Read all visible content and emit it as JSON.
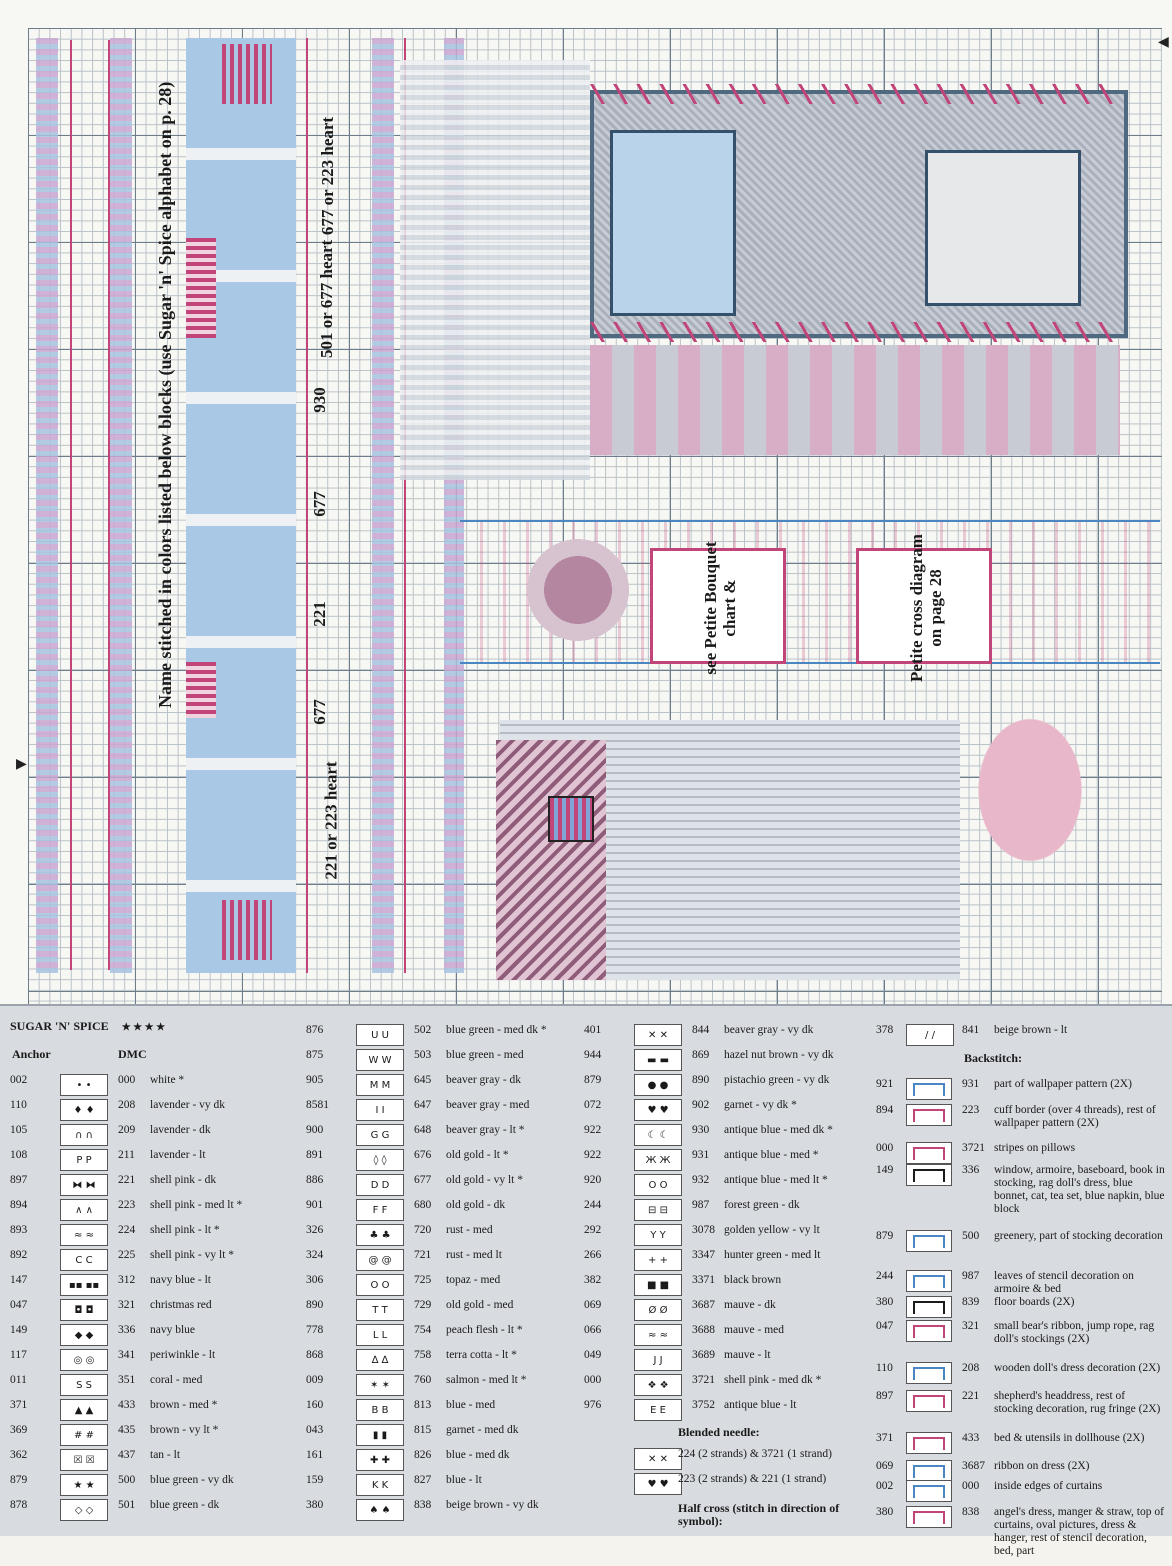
{
  "chart": {
    "vertical_note": "Name stitched in colors listed below blocks (use Sugar 'n' Spice alphabet on p. 28)",
    "block_labels": [
      "677 or 223 heart",
      "501 or 677 heart",
      "930",
      "677",
      "221",
      "677",
      "221 or 223 heart"
    ],
    "center_note_1": [
      "see",
      "Petite",
      "Bouquet",
      "chart",
      "&"
    ],
    "center_note_2": [
      "Petite",
      "cross",
      "diagram",
      "on page",
      "28"
    ],
    "colors": {
      "pink": "#c2457a",
      "blue": "#6aa0d0",
      "navy": "#35506a",
      "lavender": "#b88fbd",
      "gray": "#8d8f99"
    }
  },
  "key": {
    "title": "SUGAR 'N' SPICE",
    "stars": "★ ★ ★ ★",
    "anchor_header": "Anchor",
    "dmc_header": "DMC",
    "col1": [
      {
        "anchor": "002",
        "sym": "• •",
        "dmc": "000",
        "desc": "white *"
      },
      {
        "anchor": "110",
        "sym": "♦ ♦",
        "dmc": "208",
        "desc": "lavender - vy dk"
      },
      {
        "anchor": "105",
        "sym": "∩ ∩",
        "dmc": "209",
        "desc": "lavender - dk"
      },
      {
        "anchor": "108",
        "sym": "P P",
        "dmc": "211",
        "desc": "lavender - lt"
      },
      {
        "anchor": "897",
        "sym": "⧓ ⧓",
        "dmc": "221",
        "desc": "shell pink - dk"
      },
      {
        "anchor": "894",
        "sym": "∧ ∧",
        "dmc": "223",
        "desc": "shell pink - med lt *"
      },
      {
        "anchor": "893",
        "sym": "≈ ≈",
        "dmc": "224",
        "desc": "shell pink - lt *"
      },
      {
        "anchor": "892",
        "sym": "C C",
        "dmc": "225",
        "desc": "shell pink - vy lt *"
      },
      {
        "anchor": "147",
        "sym": "▪▪ ▪▪",
        "dmc": "312",
        "desc": "navy blue - lt"
      },
      {
        "anchor": "047",
        "sym": "◘ ◘",
        "dmc": "321",
        "desc": "christmas red"
      },
      {
        "anchor": "149",
        "sym": "◆ ◆",
        "dmc": "336",
        "desc": "navy blue"
      },
      {
        "anchor": "117",
        "sym": "◎ ◎",
        "dmc": "341",
        "desc": "periwinkle - lt"
      },
      {
        "anchor": "011",
        "sym": "S S",
        "dmc": "351",
        "desc": "coral - med"
      },
      {
        "anchor": "371",
        "sym": "▲ ▲",
        "dmc": "433",
        "desc": "brown - med *"
      },
      {
        "anchor": "369",
        "sym": "# #",
        "dmc": "435",
        "desc": "brown - vy lt *"
      },
      {
        "anchor": "362",
        "sym": "☒ ☒",
        "dmc": "437",
        "desc": "tan - lt"
      },
      {
        "anchor": "879",
        "sym": "★ ★",
        "dmc": "500",
        "desc": "blue green - vy dk"
      },
      {
        "anchor": "878",
        "sym": "◇ ◇",
        "dmc": "501",
        "desc": "blue green - dk"
      }
    ],
    "col2": [
      {
        "anchor": "876",
        "sym": "U U",
        "dmc": "502",
        "desc": "blue green - med dk *"
      },
      {
        "anchor": "875",
        "sym": "W W",
        "dmc": "503",
        "desc": "blue green - med"
      },
      {
        "anchor": "905",
        "sym": "M M",
        "dmc": "645",
        "desc": "beaver gray - dk"
      },
      {
        "anchor": "8581",
        "sym": "I I",
        "dmc": "647",
        "desc": "beaver gray - med"
      },
      {
        "anchor": "900",
        "sym": "G G",
        "dmc": "648",
        "desc": "beaver gray - lt *"
      },
      {
        "anchor": "891",
        "sym": "◊ ◊",
        "dmc": "676",
        "desc": "old gold - lt *"
      },
      {
        "anchor": "886",
        "sym": "D D",
        "dmc": "677",
        "desc": "old gold - vy lt *"
      },
      {
        "anchor": "901",
        "sym": "F F",
        "dmc": "680",
        "desc": "old gold - dk"
      },
      {
        "anchor": "326",
        "sym": "♣ ♣",
        "dmc": "720",
        "desc": "rust - med"
      },
      {
        "anchor": "324",
        "sym": "@ @",
        "dmc": "721",
        "desc": "rust - med lt"
      },
      {
        "anchor": "306",
        "sym": "O O",
        "dmc": "725",
        "desc": "topaz - med"
      },
      {
        "anchor": "890",
        "sym": "T T",
        "dmc": "729",
        "desc": "old gold - med"
      },
      {
        "anchor": "778",
        "sym": "L L",
        "dmc": "754",
        "desc": "peach flesh - lt *"
      },
      {
        "anchor": "868",
        "sym": "∆ ∆",
        "dmc": "758",
        "desc": "terra cotta - lt *"
      },
      {
        "anchor": "009",
        "sym": "✶ ✶",
        "dmc": "760",
        "desc": "salmon - med lt *"
      },
      {
        "anchor": "160",
        "sym": "B B",
        "dmc": "813",
        "desc": "blue - med"
      },
      {
        "anchor": "043",
        "sym": "▮ ▮",
        "dmc": "815",
        "desc": "garnet - med dk"
      },
      {
        "anchor": "161",
        "sym": "✚ ✚",
        "dmc": "826",
        "desc": "blue - med dk"
      },
      {
        "anchor": "159",
        "sym": "K K",
        "dmc": "827",
        "desc": "blue - lt"
      },
      {
        "anchor": "380",
        "sym": "♠ ♠",
        "dmc": "838",
        "desc": "beige brown - vy dk"
      }
    ],
    "col3": [
      {
        "anchor": "401",
        "sym": "✕ ✕",
        "dmc": "844",
        "desc": "beaver gray - vy dk"
      },
      {
        "anchor": "944",
        "sym": "▬ ▬",
        "dmc": "869",
        "desc": "hazel nut brown - vy dk"
      },
      {
        "anchor": "879",
        "sym": "● ●",
        "dmc": "890",
        "desc": "pistachio green - vy dk"
      },
      {
        "anchor": "072",
        "sym": "♥ ♥",
        "dmc": "902",
        "desc": "garnet - vy dk *"
      },
      {
        "anchor": "922",
        "sym": "☾ ☾",
        "dmc": "930",
        "desc": "antique blue - med dk *"
      },
      {
        "anchor": "922",
        "sym": "Ж Ж",
        "dmc": "931",
        "desc": "antique blue - med *"
      },
      {
        "anchor": "920",
        "sym": "O O",
        "dmc": "932",
        "desc": "antique blue - med lt *"
      },
      {
        "anchor": "244",
        "sym": "⊟ ⊟",
        "dmc": "987",
        "desc": "forest green - dk"
      },
      {
        "anchor": "292",
        "sym": "Y Y",
        "dmc": "3078",
        "desc": "golden yellow - vy lt"
      },
      {
        "anchor": "266",
        "sym": "+ +",
        "dmc": "3347",
        "desc": "hunter green - med lt"
      },
      {
        "anchor": "382",
        "sym": "■ ■",
        "dmc": "3371",
        "desc": "black brown"
      },
      {
        "anchor": "069",
        "sym": "Ø Ø",
        "dmc": "3687",
        "desc": "mauve - dk"
      },
      {
        "anchor": "066",
        "sym": "≈ ≈",
        "dmc": "3688",
        "desc": "mauve - med"
      },
      {
        "anchor": "049",
        "sym": "J J",
        "dmc": "3689",
        "desc": "mauve - lt"
      },
      {
        "anchor": "000",
        "sym": "❖ ❖",
        "dmc": "3721",
        "desc": "shell pink - med dk *"
      },
      {
        "anchor": "976",
        "sym": "E E",
        "dmc": "3752",
        "desc": "antique blue - lt"
      }
    ],
    "blended_header": "Blended needle:",
    "blended": [
      {
        "sym": "✕ ✕",
        "desc": "224 (2 strands) & 3721 (1 strand)"
      },
      {
        "sym": "♥ ♥",
        "desc": "223 (2 strands) & 221 (1 strand)"
      }
    ],
    "half_cross_header": "Half cross (stitch in direction of symbol):",
    "col4_top": {
      "anchor": "378",
      "sym": "/ /",
      "dmc": "841",
      "desc": "beige brown - lt"
    },
    "backstitch_header": "Backstitch:",
    "backstitch": [
      {
        "anchor": "921",
        "color": "#4a86c2",
        "dmc": "931",
        "desc": "part of wallpaper pattern (2X)"
      },
      {
        "anchor": "894",
        "color": "#c2457a",
        "dmc": "223",
        "desc": "cuff border (over 4 threads), rest of wallpaper pattern (2X)"
      },
      {
        "anchor": "000",
        "color": "#c2457a",
        "dmc": "3721",
        "desc": "stripes on pillows"
      },
      {
        "anchor": "149",
        "color": "#1b1b1b",
        "dmc": "336",
        "desc": "window, armoire, baseboard, book in stocking, rag doll's dress, blue bonnet, cat, tea set, blue napkin, blue block"
      },
      {
        "anchor": "879",
        "color": "#4a86c2",
        "dmc": "500",
        "desc": "greenery, part of stocking decoration"
      },
      {
        "anchor": "244",
        "color": "#4a86c2",
        "dmc": "987",
        "desc": "leaves of stencil decoration on armoire & bed"
      },
      {
        "anchor": "380",
        "color": "#1b1b1b",
        "dmc": "839",
        "desc": "floor boards (2X)"
      },
      {
        "anchor": "047",
        "color": "#c2457a",
        "dmc": "321",
        "desc": "small bear's ribbon, jump rope, rag doll's stockings (2X)"
      },
      {
        "anchor": "110",
        "color": "#4a86c2",
        "dmc": "208",
        "desc": "wooden doll's dress decoration (2X)"
      },
      {
        "anchor": "897",
        "color": "#c2457a",
        "dmc": "221",
        "desc": "shepherd's headdress, rest of stocking decoration, rug fringe (2X)"
      },
      {
        "anchor": "371",
        "color": "#c2457a",
        "dmc": "433",
        "desc": "bed & utensils in dollhouse (2X)"
      },
      {
        "anchor": "069",
        "color": "#4a86c2",
        "dmc": "3687",
        "desc": "ribbon on dress (2X)"
      },
      {
        "anchor": "002",
        "color": "#4a86c2",
        "dmc": "000",
        "desc": "inside edges of curtains"
      },
      {
        "anchor": "380",
        "color": "#c2457a",
        "dmc": "838",
        "desc": "angel's dress, manger & straw, top of curtains, oval pictures, dress & hanger, rest of stencil decoration, bed, part"
      }
    ]
  }
}
